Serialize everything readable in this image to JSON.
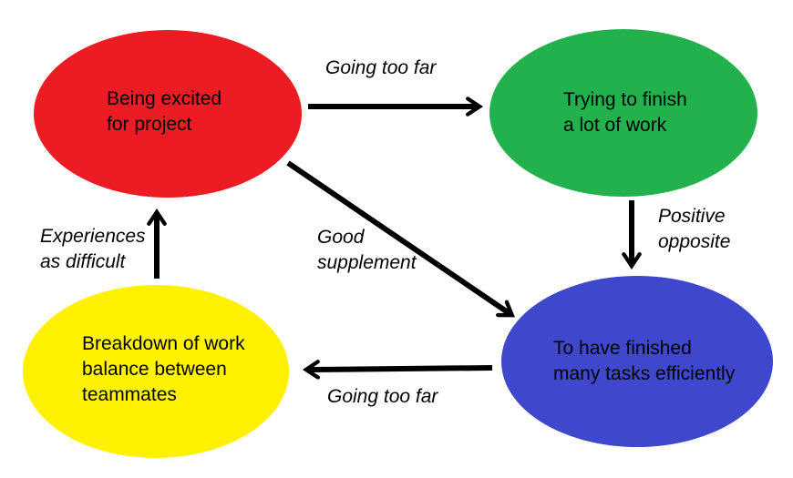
{
  "diagram": {
    "background_color": "#ffffff",
    "arrow_color": "#000000",
    "text_color": "#000000",
    "nodes": {
      "red": {
        "name": "Being excited for project",
        "line1": "Being excited",
        "line2": "for project",
        "color": "#ED1C24"
      },
      "green": {
        "name": "Trying to finish a lot of work",
        "line1": "Trying to finish",
        "line2": "a lot of work",
        "color": "#22B14C"
      },
      "blue": {
        "name": "To have finished many tasks efficiently",
        "line1": "To have finished",
        "line2": "many tasks efficiently",
        "color": "#3F48CC"
      },
      "yellow": {
        "name": "Breakdown of work balance between teammates",
        "line1": "Breakdown of work",
        "line2": "balance between",
        "line3": "teammates",
        "color": "#FFF200"
      }
    },
    "edges": {
      "red_to_green": {
        "label": "Going too far"
      },
      "green_to_blue": {
        "label_line1": "Positive",
        "label_line2": "opposite"
      },
      "red_to_blue": {
        "label_line1": "Good",
        "label_line2": "supplement"
      },
      "blue_to_yellow": {
        "label": "Going too far"
      },
      "yellow_to_red": {
        "label_line1": "Experiences",
        "label_line2": "as difficult"
      }
    }
  }
}
